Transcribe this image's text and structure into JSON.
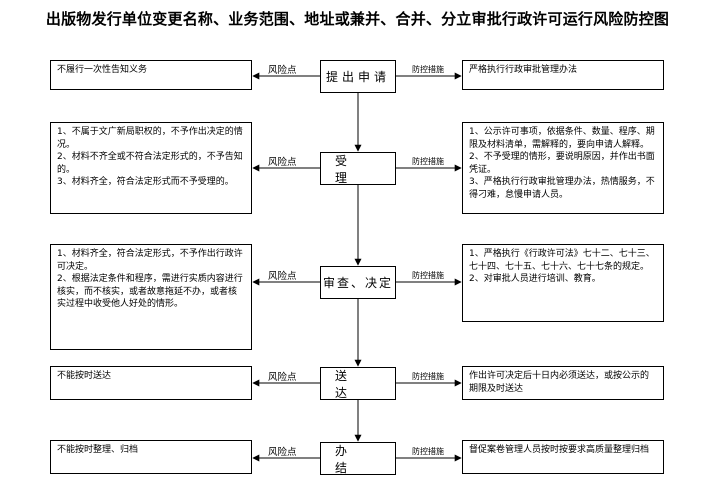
{
  "title": "出版物发行单位变更名称、业务范围、地址或兼并、合并、分立审批行政许可运行风险防控图",
  "labels": {
    "risk": "风险点",
    "prevent": "防控措施"
  },
  "steps": [
    {
      "name": "提出申请",
      "risk": [
        "不履行一次性告知义务"
      ],
      "prevent": [
        "严格执行行政审批管理办法"
      ]
    },
    {
      "name": "受　理",
      "risk": [
        "1、不属于文广新局职权的，不予作出决定的情况。",
        "2、材料不齐全或不符合法定形式的，不予告知的。",
        "3、材料齐全，符合法定形式而不予受理的。"
      ],
      "prevent": [
        "1、公示许可事项，依据条件、数量、程序、期限及材料清单，需解释的，要向申请人解释。",
        "2、不予受理的情形，要说明原因，并作出书面凭证。",
        "3、严格执行行政审批管理办法，热情服务，不得刁难，怠慢申请人员。"
      ]
    },
    {
      "name": "审查、决定",
      "risk": [
        "1、材料齐全，符合法定形式，不予作出行政许可决定。",
        "2、根据法定条件和程序，需进行实质内容进行核实，而不核实，或者故意拖延不办，或者核实过程中收受他人好处的情形。"
      ],
      "prevent": [
        "1、严格执行《行政许可法》七十二、七十三、七十四、七十五、七十六、七十七条的规定。",
        "2、对审批人员进行培训、教育。"
      ]
    },
    {
      "name": "送　达",
      "risk": [
        "不能按时送达"
      ],
      "prevent": [
        "作出许可决定后十日内必须送达，或按公示的期限及时送达"
      ]
    },
    {
      "name": "办　结",
      "risk": [
        "不能按时整理、归档"
      ],
      "prevent": [
        "督促案卷管理人员按时按要求高质量整理归档"
      ]
    }
  ]
}
